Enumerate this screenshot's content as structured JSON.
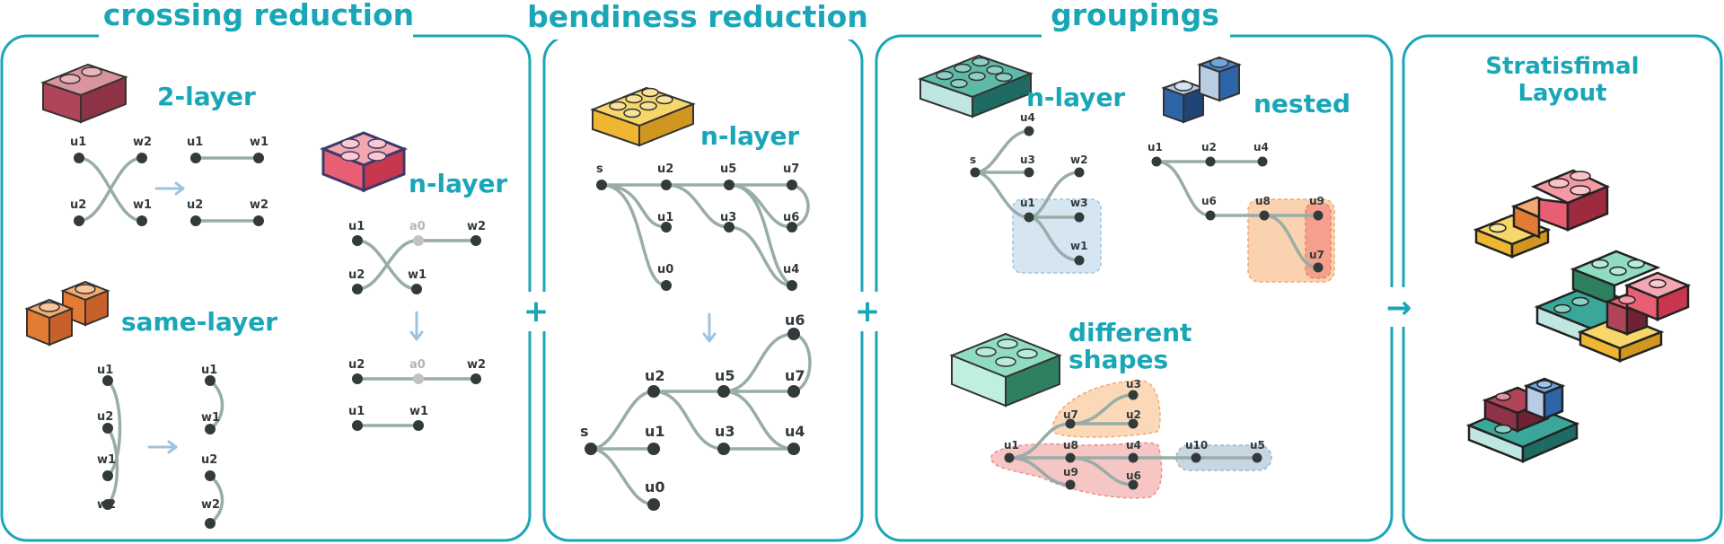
{
  "colors": {
    "accent": "#19a7b8",
    "edge": "#98ada8",
    "node": "#333a3c",
    "arrow": "#9fc3dd"
  },
  "sections": {
    "crossing": {
      "title": "crossing reduction",
      "two_layer": "2-layer",
      "n_layer": "n-layer",
      "same_layer": "same-layer"
    },
    "bendiness": {
      "title": "bendiness reduction",
      "n_layer": "n-layer"
    },
    "groupings": {
      "title": "groupings",
      "n_layer": "n-layer",
      "nested": "nested",
      "different_shapes_1": "different",
      "different_shapes_2": "shapes"
    },
    "final": {
      "line1": "Stratisfimal",
      "line2": "Layout"
    }
  },
  "operators": {
    "plus1": "+",
    "plus2": "+",
    "arrow": "→"
  },
  "node_labels": {
    "u0": "u0",
    "u1": "u1",
    "u2": "u2",
    "u3": "u3",
    "u4": "u4",
    "u5": "u5",
    "u6": "u6",
    "u7": "u7",
    "u8": "u8",
    "u9": "u9",
    "u10": "u10",
    "w1": "w1",
    "w2": "w2",
    "w3": "w3",
    "a0": "a0",
    "s": "s"
  }
}
